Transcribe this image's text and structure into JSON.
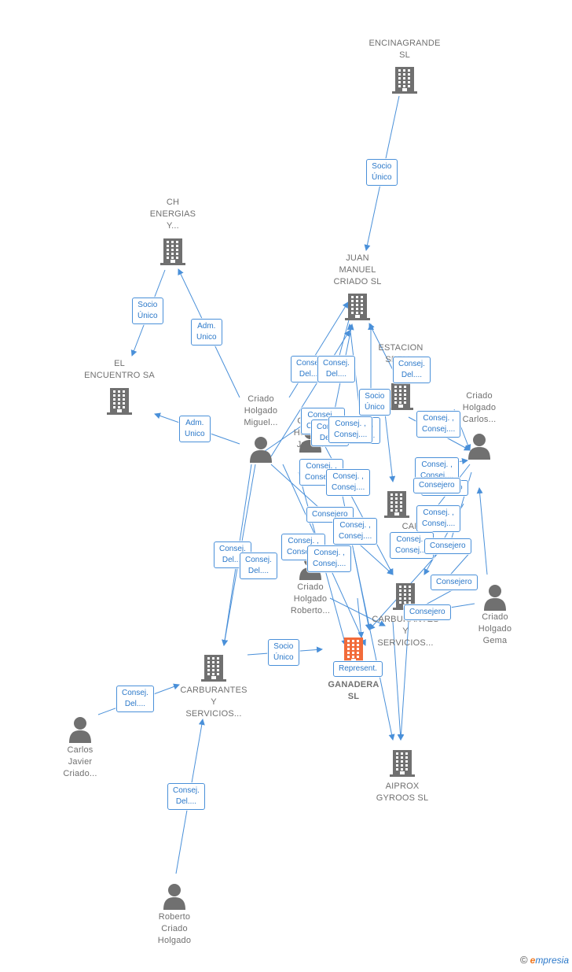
{
  "colors": {
    "edge": "#4a90d9",
    "company": "#707070",
    "highlight": "#f26b3a",
    "person": "#707070",
    "label_text": "#2b78c9"
  },
  "nodes": [
    {
      "id": "encinagrande",
      "type": "company",
      "label": "ENCINAGRANDE\nSL"
    },
    {
      "id": "ch_energias",
      "type": "company",
      "label": "CH\nENERGIAS\nY..."
    },
    {
      "id": "juan_manuel",
      "type": "company",
      "label": "JUAN\nMANUEL\nCRIADO SL"
    },
    {
      "id": "el_encuentro",
      "type": "company",
      "label": "EL\nENCUENTRO SA"
    },
    {
      "id": "estacion",
      "type": "company",
      "label": "ESTACION\nSERV..."
    },
    {
      "id": "carfiga",
      "type": "company",
      "label": "CARFIGA SL"
    },
    {
      "id": "carburantes_right",
      "type": "company",
      "label": "CARBURANTES\nY\nSERVICIOS..."
    },
    {
      "id": "ganadera",
      "type": "company_highlight",
      "label": "GANADERA\nSL"
    },
    {
      "id": "carburantes_left",
      "type": "company",
      "label": "CARBURANTES\nY\nSERVICIOS..."
    },
    {
      "id": "aiprox",
      "type": "company",
      "label": "AIPROX\nGYROOS SL"
    },
    {
      "id": "miguel",
      "type": "person",
      "label": "Criado\nHolgado\nMiguel..."
    },
    {
      "id": "juan_p",
      "type": "person",
      "label": "Criado\nHolgado\nJuan..."
    },
    {
      "id": "carlos_p",
      "type": "person",
      "label": "Criado\nHolgado\nCarlos..."
    },
    {
      "id": "roberto_p",
      "type": "person",
      "label": "Criado\nHolgado\nRoberto..."
    },
    {
      "id": "gema",
      "type": "person",
      "label": "Criado\nHolgado\nGema"
    },
    {
      "id": "carlos_javier",
      "type": "person",
      "label": "Carlos\nJavier\nCriado..."
    },
    {
      "id": "roberto_bottom",
      "type": "person",
      "label": "Roberto\nCriado\nHolgado"
    }
  ],
  "edge_labels": [
    "Socio\nÚnico",
    "Socio\nÚnico",
    "Adm.\nUnico",
    "Adm.\nUnico",
    "Consej.\nDel....",
    "Consej.\nDel....",
    "Consej.\nDel....",
    "Socio\nÚnico",
    "Consej. ,\nConsej....",
    "Consej. ,\nConsej....",
    "Consej. ,\nConsej....",
    "Consej.\nDel....",
    "Consej. ,\nConsej....",
    "Consej. ,\nConsej....",
    "Consej. ,\nConsej....",
    "Consejero",
    "Consej. ,\nConsej....",
    "Consejero",
    "Consej. ,\nConsej....",
    "Consej. ,\nConsej....",
    "Consej. ,\nConsej....",
    "Consej. ,\nConsej....",
    "Consej. ,\nConsej....",
    "Consejero",
    "Consejero",
    "Consejero",
    "Consejero",
    "Consej.\nDel....",
    "Consej.\nDel....",
    "Socio\nÚnico",
    "Represent.",
    "Consej.\nDel....",
    "Consej.\nDel...."
  ],
  "brand": {
    "copyright": "©",
    "name_e": "e",
    "name_rest": "mpresia"
  }
}
